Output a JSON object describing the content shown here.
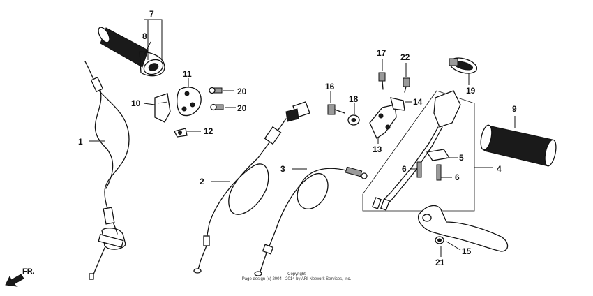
{
  "labels": {
    "l1": "1",
    "l2": "2",
    "l3": "3",
    "l4": "4",
    "l5": "5",
    "l6a": "6",
    "l6b": "6",
    "l7": "7",
    "l8": "8",
    "l9": "9",
    "l10": "10",
    "l11": "11",
    "l12": "12",
    "l13": "13",
    "l14": "14",
    "l15": "15",
    "l16": "16",
    "l17": "17",
    "l18": "18",
    "l19": "19",
    "l20a": "20",
    "l20b": "20",
    "l21": "21",
    "l22": "22"
  },
  "direction": {
    "label": "FR."
  },
  "footer": {
    "line1": "Copyright",
    "line2": "Page design (c) 2004 - 2014 by ARI Network Services, Inc."
  }
}
